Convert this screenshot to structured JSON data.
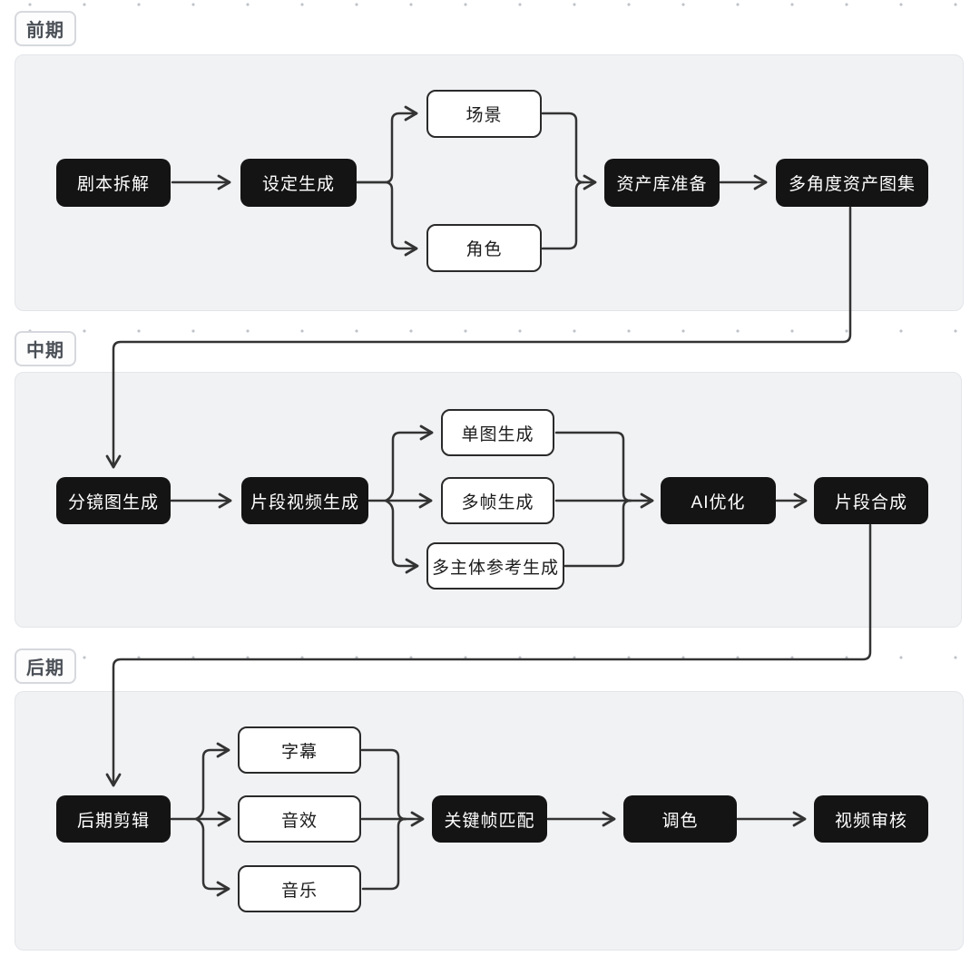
{
  "diagram_title": "video-production-pipeline-flowchart",
  "colors": {
    "page_bg": "#ffffff",
    "panel_bg": "#f1f2f4",
    "panel_border": "#e3e5e9",
    "black_node_bg": "#141414",
    "black_node_text": "#ffffff",
    "white_node_bg": "#ffffff",
    "white_node_border": "#2a2a2a",
    "arrow": "#333333",
    "stage_label_text": "#4b5057",
    "grid_dot": "#bfc3c9"
  },
  "sections": [
    {
      "id": "early",
      "label": "前期"
    },
    {
      "id": "mid",
      "label": "中期"
    },
    {
      "id": "late",
      "label": "后期"
    }
  ],
  "nodes": {
    "script_breakdown": {
      "label": "剧本拆解",
      "style": "black",
      "section": "前期"
    },
    "setting_generation": {
      "label": "设定生成",
      "style": "black",
      "section": "前期"
    },
    "scene": {
      "label": "场景",
      "style": "white",
      "section": "前期"
    },
    "character": {
      "label": "角色",
      "style": "white",
      "section": "前期"
    },
    "asset_library_prep": {
      "label": "资产库准备",
      "style": "black",
      "section": "前期"
    },
    "multi_angle_asset_atlas": {
      "label": "多角度资产图集",
      "style": "black",
      "section": "前期"
    },
    "storyboard_generation": {
      "label": "分镜图生成",
      "style": "black",
      "section": "中期"
    },
    "clip_video_generation": {
      "label": "片段视频生成",
      "style": "black",
      "section": "中期"
    },
    "single_image_generation": {
      "label": "单图生成",
      "style": "white",
      "section": "中期"
    },
    "multi_frame_generation": {
      "label": "多帧生成",
      "style": "white",
      "section": "中期"
    },
    "multi_subject_ref_generation": {
      "label": "多主体参考生成",
      "style": "white",
      "section": "中期"
    },
    "ai_optimization": {
      "label": "AI优化",
      "style": "black",
      "section": "中期"
    },
    "clip_composition": {
      "label": "片段合成",
      "style": "black",
      "section": "中期"
    },
    "post_editing": {
      "label": "后期剪辑",
      "style": "black",
      "section": "后期"
    },
    "subtitles": {
      "label": "字幕",
      "style": "white",
      "section": "后期"
    },
    "sound_effects": {
      "label": "音效",
      "style": "white",
      "section": "后期"
    },
    "music": {
      "label": "音乐",
      "style": "white",
      "section": "后期"
    },
    "keyframe_matching": {
      "label": "关键帧匹配",
      "style": "black",
      "section": "后期"
    },
    "color_grading": {
      "label": "调色",
      "style": "black",
      "section": "后期"
    },
    "video_review": {
      "label": "视频审核",
      "style": "black",
      "section": "后期"
    }
  },
  "edges": [
    {
      "from": "script_breakdown",
      "to": "setting_generation"
    },
    {
      "from": "setting_generation",
      "to": "scene"
    },
    {
      "from": "setting_generation",
      "to": "character"
    },
    {
      "from": "scene",
      "to": "asset_library_prep"
    },
    {
      "from": "character",
      "to": "asset_library_prep"
    },
    {
      "from": "asset_library_prep",
      "to": "multi_angle_asset_atlas"
    },
    {
      "from": "multi_angle_asset_atlas",
      "to": "storyboard_generation"
    },
    {
      "from": "storyboard_generation",
      "to": "clip_video_generation"
    },
    {
      "from": "clip_video_generation",
      "to": "single_image_generation"
    },
    {
      "from": "clip_video_generation",
      "to": "multi_frame_generation"
    },
    {
      "from": "clip_video_generation",
      "to": "multi_subject_ref_generation"
    },
    {
      "from": "single_image_generation",
      "to": "ai_optimization"
    },
    {
      "from": "multi_frame_generation",
      "to": "ai_optimization"
    },
    {
      "from": "multi_subject_ref_generation",
      "to": "ai_optimization"
    },
    {
      "from": "ai_optimization",
      "to": "clip_composition"
    },
    {
      "from": "clip_composition",
      "to": "post_editing"
    },
    {
      "from": "post_editing",
      "to": "subtitles"
    },
    {
      "from": "post_editing",
      "to": "sound_effects"
    },
    {
      "from": "post_editing",
      "to": "music"
    },
    {
      "from": "subtitles",
      "to": "keyframe_matching"
    },
    {
      "from": "sound_effects",
      "to": "keyframe_matching"
    },
    {
      "from": "music",
      "to": "keyframe_matching"
    },
    {
      "from": "keyframe_matching",
      "to": "color_grading"
    },
    {
      "from": "color_grading",
      "to": "video_review"
    }
  ]
}
